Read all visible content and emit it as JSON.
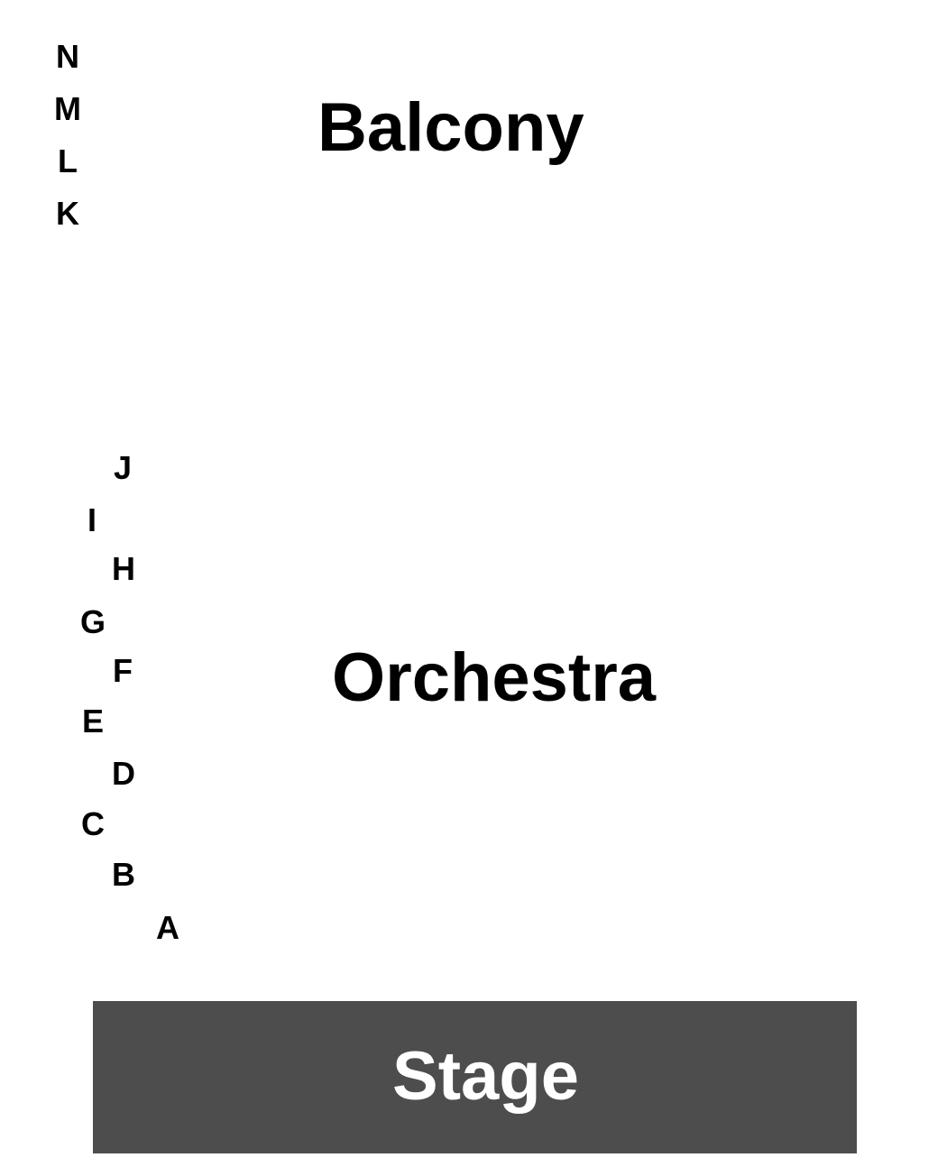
{
  "sections": {
    "balcony": "Balcony",
    "orchestra": "Orchestra",
    "stage": "Stage"
  },
  "balcony_rows": [
    "N",
    "M",
    "L",
    "K"
  ],
  "orchestra_rows": [
    "J",
    "I",
    "H",
    "G",
    "F",
    "E",
    "D",
    "C",
    "B",
    "A"
  ],
  "colors": {
    "stage_fill": "#4d4d4d",
    "text": "#000000",
    "stage_text": "#ffffff",
    "background": "#ffffff"
  }
}
